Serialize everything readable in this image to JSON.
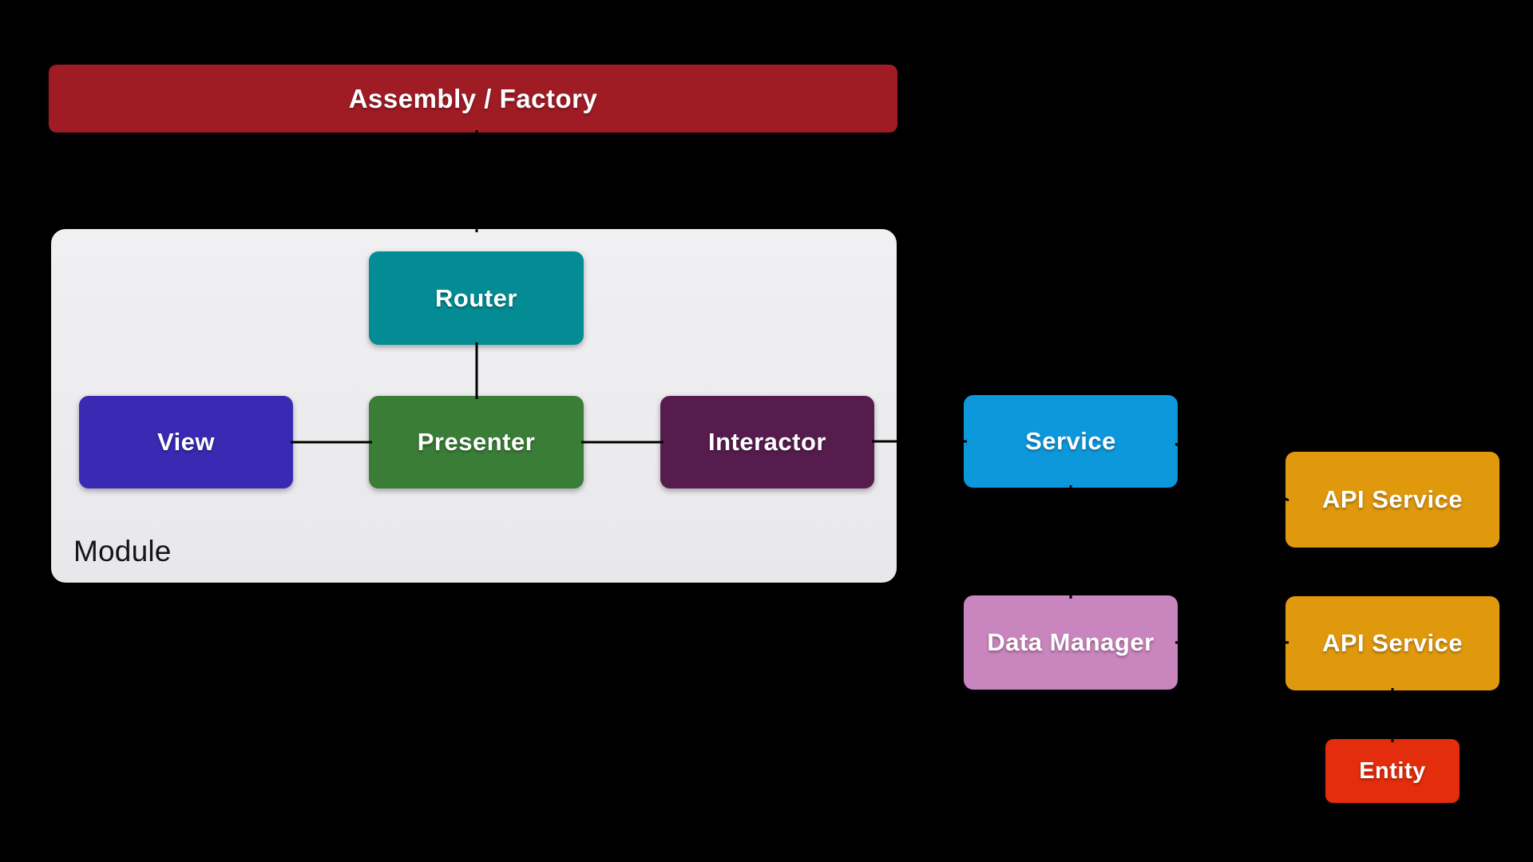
{
  "diagram": {
    "background_color": "#000000",
    "title_box": {
      "label": "Assembly / Factory",
      "color": "#A01C25"
    },
    "module": {
      "label": "Module",
      "background_color": "#EDEDEF",
      "label_color": "#141416"
    },
    "nodes": {
      "assembly": {
        "label": "Assembly / Factory",
        "color": "#A01C25"
      },
      "router": {
        "label": "Router",
        "color": "#048C94"
      },
      "view": {
        "label": "View",
        "color": "#3A29B2"
      },
      "presenter": {
        "label": "Presenter",
        "color": "#3A7D36"
      },
      "interactor": {
        "label": "Interactor",
        "color": "#571C4E"
      },
      "service": {
        "label": "Service",
        "color": "#0D98DC"
      },
      "api_service_1": {
        "label": "API Service",
        "color": "#E0990D"
      },
      "data_manager": {
        "label": "Data Manager",
        "color": "#C985BD"
      },
      "api_service_2": {
        "label": "API Service",
        "color": "#E0990D"
      },
      "entity": {
        "label": "Entity",
        "color": "#E42D0C"
      }
    },
    "connections": [
      {
        "from": "assembly",
        "to": "module"
      },
      {
        "from": "router",
        "to": "presenter"
      },
      {
        "from": "view",
        "to": "presenter"
      },
      {
        "from": "presenter",
        "to": "interactor"
      },
      {
        "from": "interactor",
        "to": "service"
      },
      {
        "from": "service",
        "to": "data_manager"
      },
      {
        "from": "service",
        "to": "api_service_1"
      },
      {
        "from": "data_manager",
        "to": "api_service_2"
      },
      {
        "from": "api_service_2",
        "to": "entity"
      }
    ],
    "line_color": "#000000",
    "text_color": "#FFFFFF"
  }
}
